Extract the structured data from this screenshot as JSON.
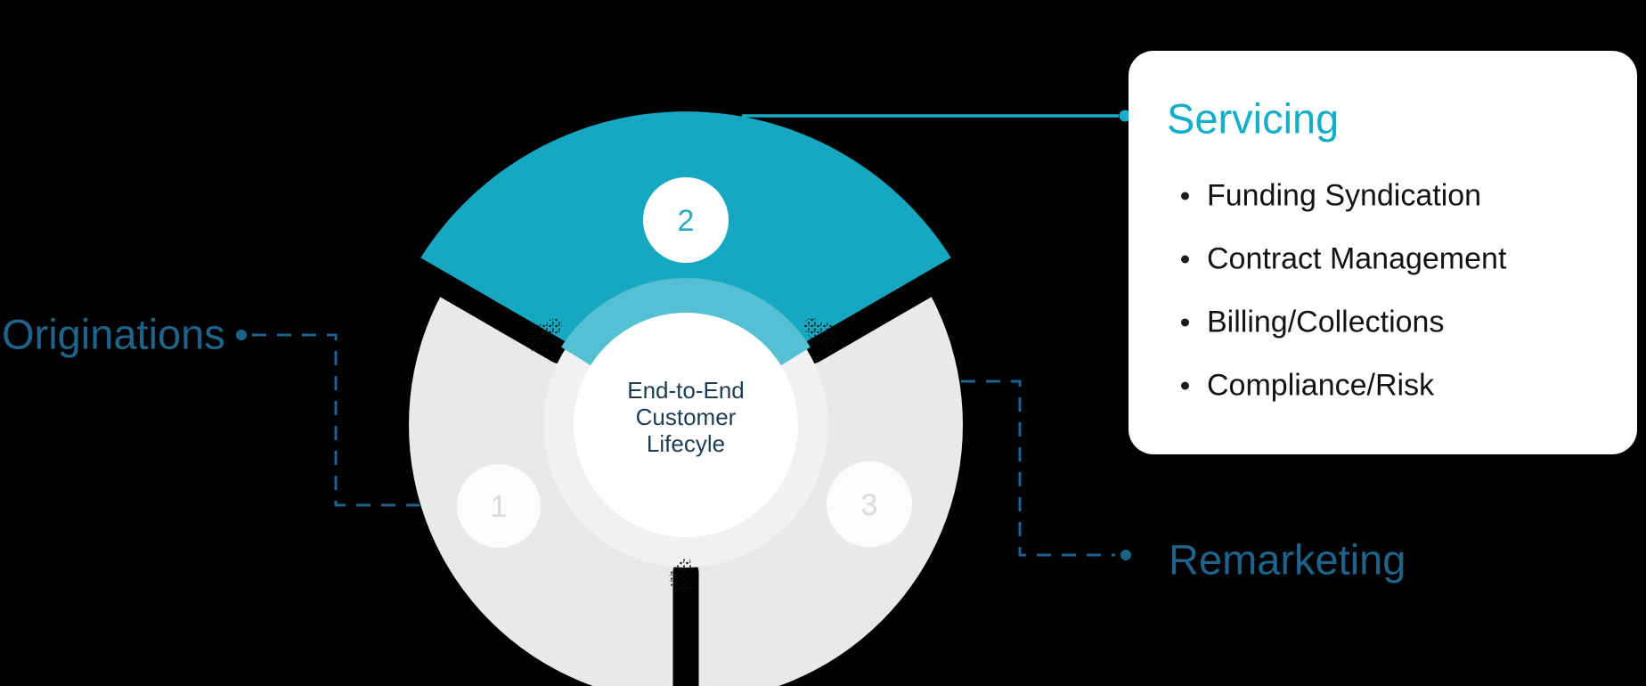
{
  "diagram": {
    "center_label": {
      "line1": "End-to-End",
      "line2": "Customer",
      "line3": "Lifecyle"
    },
    "badges": {
      "b1": "1",
      "b2": "2",
      "b3": "3"
    },
    "label_originations": "Originations",
    "label_remarketing": "Remarketing"
  },
  "card": {
    "title": "Servicing",
    "items": [
      "Funding Syndication",
      "Contract Management",
      "Billing/Collections",
      "Compliance/Risk"
    ]
  },
  "colors": {
    "background": "#000000",
    "segment_teal": "#17a8c1",
    "segment_teal_inner_ring": "#55c0d3",
    "segment_gray": "#e9e9ea",
    "inner_disc_gray": "#f0f1f2",
    "center_circle": "#ffffff",
    "center_text": "#1d3c50",
    "accent_cyan": "#14aec9",
    "steel_blue": "#20638a",
    "badge_digit_gray": "#d9dadc",
    "badge_digit_teal": "#2da9be",
    "list_text": "#131313"
  }
}
